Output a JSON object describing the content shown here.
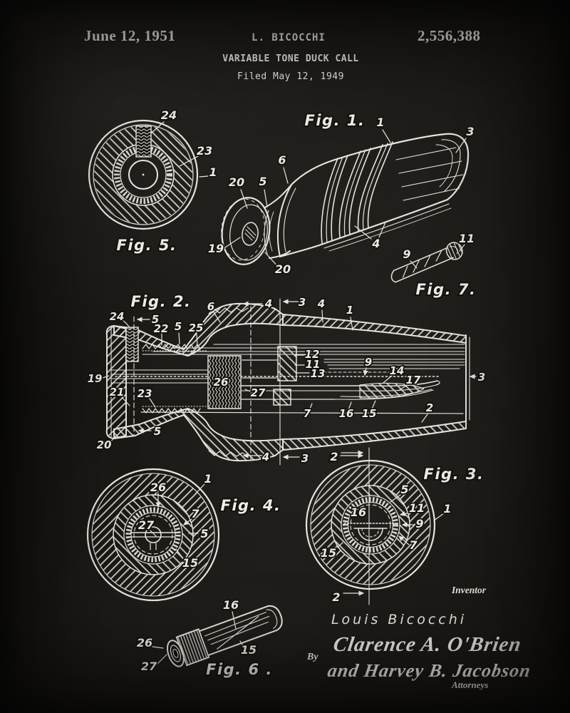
{
  "page": {
    "bg_color": "#171512",
    "ink_color": "#e7e4dd"
  },
  "header": {
    "date": "June 12, 1951",
    "inventor": "L. BICOCCHI",
    "patent_number": "2,556,388",
    "title": "VARIABLE TONE DUCK CALL",
    "filed": "Filed May 12, 1949"
  },
  "figures": {
    "fig1": {
      "label": "Fig. 1.",
      "refs": [
        "1",
        "3",
        "6",
        "20",
        "5",
        "19",
        "20",
        "4"
      ]
    },
    "fig5": {
      "label": "Fig. 5.",
      "refs": [
        "24",
        "23",
        "1"
      ]
    },
    "fig7": {
      "label": "Fig. 7.",
      "refs": [
        "9",
        "11"
      ]
    },
    "fig2": {
      "label": "Fig. 2.",
      "refs": [
        "24",
        "5",
        "22",
        "5",
        "25",
        "6",
        "4",
        "3",
        "4",
        "1",
        "12",
        "11",
        "13",
        "9",
        "14",
        "17",
        "3",
        "19",
        "21",
        "23",
        "26",
        "27",
        "7",
        "16",
        "15",
        "2",
        "5",
        "20",
        "4",
        "3",
        "2"
      ]
    },
    "fig3": {
      "label": "Fig. 3.",
      "refs": [
        "2",
        "5",
        "11",
        "16",
        "9",
        "1",
        "7",
        "15",
        "2"
      ]
    },
    "fig4": {
      "label": "Fig. 4.",
      "refs": [
        "1",
        "26",
        "7",
        "27",
        "5",
        "15"
      ]
    },
    "fig6": {
      "label": "Fig. 6 .",
      "refs": [
        "16",
        "26",
        "15",
        "27"
      ]
    }
  },
  "signature": {
    "inventor_caption": "Inventor",
    "inventor_name": "Louis Bicocchi",
    "by_label": "By",
    "attorney_signature_line1": "Clarence A. O'Brien",
    "attorney_signature_line2": "and Harvey B. Jacobson",
    "attorneys_caption": "Attorneys"
  }
}
